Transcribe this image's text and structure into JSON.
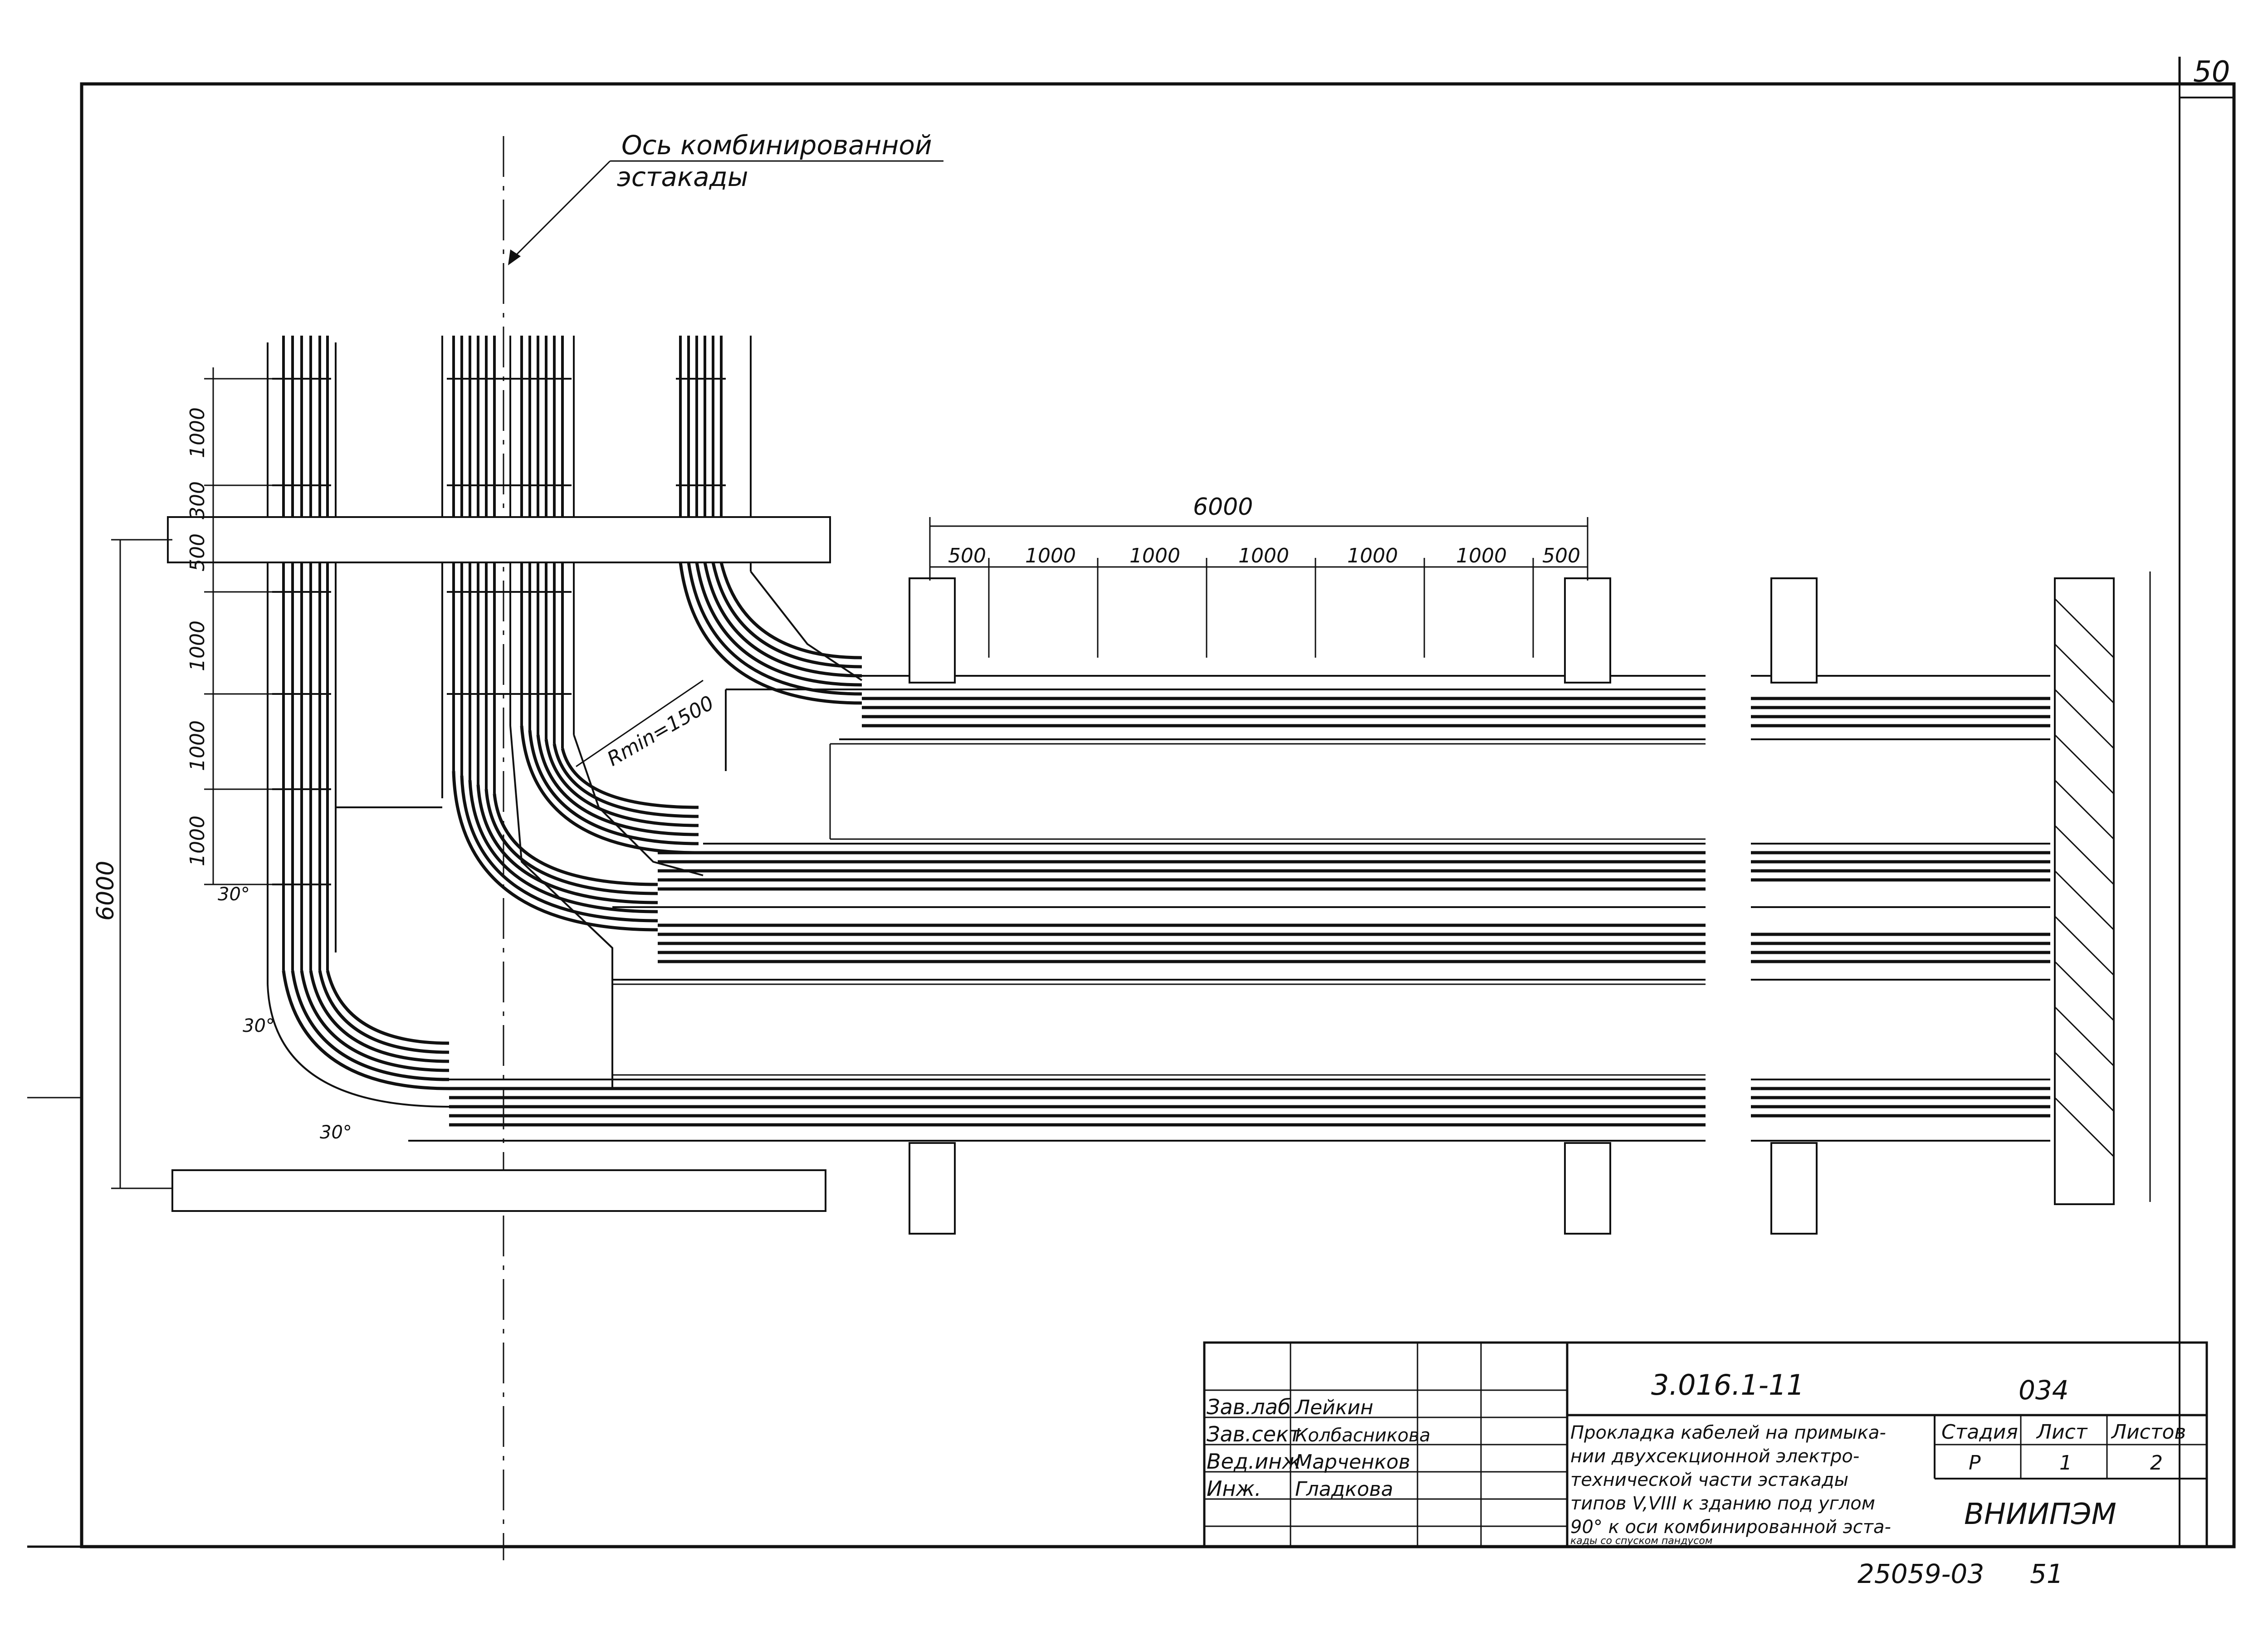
{
  "sheet_number": "50",
  "axis_label": {
    "line1": "Ось комбинированной",
    "line2": "эстакады"
  },
  "dimensions": {
    "total_top": "6000",
    "top_parts": [
      "500",
      "1000",
      "1000",
      "1000",
      "1000",
      "1000",
      "500"
    ],
    "left_parts": [
      "1000",
      "300",
      "500",
      "1000",
      "1000",
      "1000"
    ],
    "total_left": "6000",
    "radius": "Rmin=1500",
    "angles": [
      "30°",
      "30°",
      "30°"
    ]
  },
  "title_block": {
    "doc_code": "3.016.1-11",
    "sheet_code": "034",
    "roles": [
      "Зав.лаб",
      "Зав.сект",
      "Вед.инж",
      "Инж."
    ],
    "names": [
      "Лейкин",
      "Колбасникова",
      "Марченков",
      "Гладкова"
    ],
    "title_lines": [
      "Прокладка кабелей на примыка-",
      "нии двухсекционной электро-",
      "технической части эстакады",
      "типов V,VIII к зданию под углом",
      "90° к оси комбинированной эста-",
      "кады со спуском пандусом"
    ],
    "stage_header": "Стадия",
    "sheet_header": "Лист",
    "sheets_header": "Листов",
    "stage": "Р",
    "sheet": "1",
    "sheets": "2",
    "org": "ВНИИПЭМ"
  },
  "footer": {
    "archive_no": "25059-03",
    "page": "51"
  }
}
